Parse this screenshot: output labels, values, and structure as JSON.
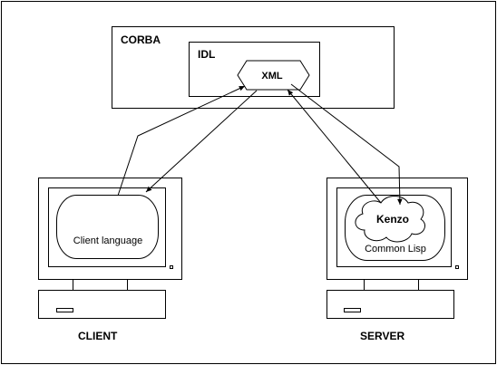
{
  "diagram": {
    "corba_label": "CORBA",
    "idl_label": "IDL",
    "xml_label": "XML",
    "client": {
      "screen_label": "Client language",
      "caption": "CLIENT"
    },
    "server": {
      "kenzo_label": "Kenzo",
      "lisp_label": "Common Lisp",
      "caption": "SERVER"
    }
  }
}
